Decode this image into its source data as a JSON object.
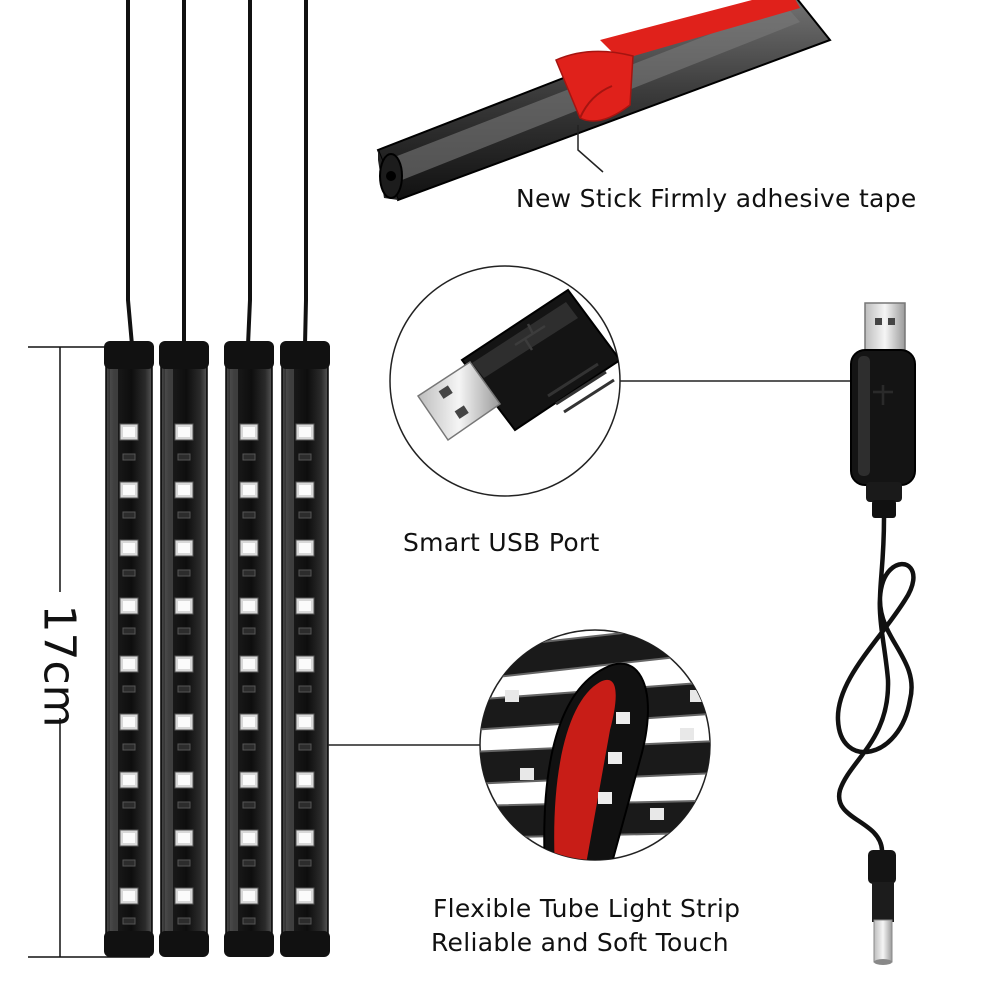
{
  "labels": {
    "adhesive": "New Stick Firmly adhesive tape",
    "usb": "Smart USB Port",
    "flex_line1": "Flexible Tube Light Strip",
    "flex_line2": "Reliable and Soft Touch"
  },
  "dimension": "17cm",
  "colors": {
    "tape_red": "#e0211b",
    "strip_body": "#1a1a1a",
    "led": "#f4f4f4",
    "cable": "#111111"
  },
  "icons": [
    "usb-plug-icon",
    "dc-barrel-plug-icon",
    "usb-trident-icon"
  ]
}
